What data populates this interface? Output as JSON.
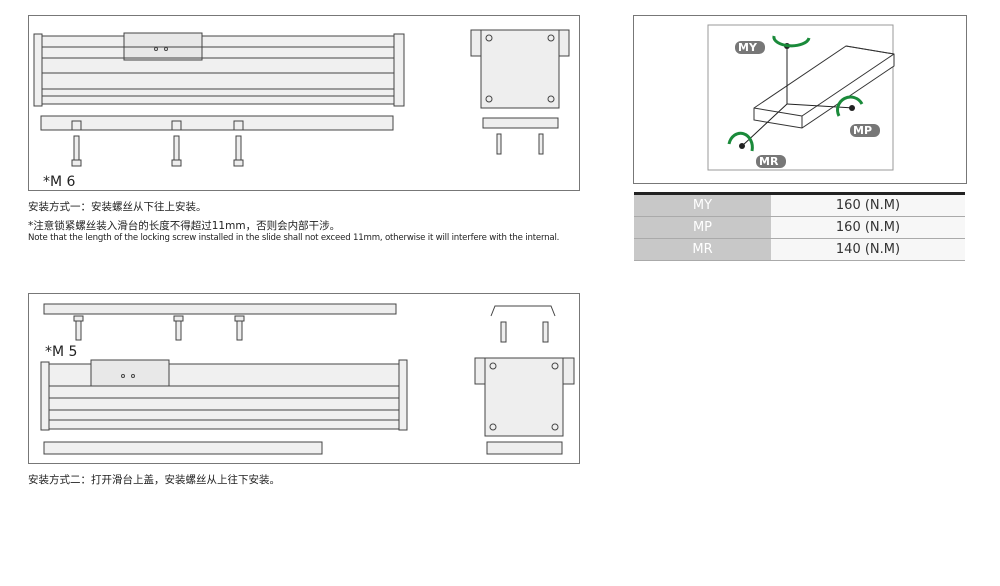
{
  "method1": {
    "screw_label": "*M 6",
    "caption": "安装方式一：安装螺丝从下往上安装。",
    "note_cn": "*注意锁紧螺丝装入滑台的长度不得超过11mm，否则会内部干涉。",
    "note_en": "Note that the length of the locking screw installed in the slide shall not exceed 11mm, otherwise it will interfere with the internal."
  },
  "method2": {
    "screw_label": "*M 5",
    "caption": "安装方式二：打开滑台上盖，安装螺丝从上往下安装。"
  },
  "moment_diagram": {
    "labels": [
      "MY",
      "MP",
      "MR"
    ],
    "arrow_color": "#1a8a3a"
  },
  "moment_table": [
    {
      "name": "MY",
      "value": "160 (N.M)"
    },
    {
      "name": "MP",
      "value": "160 (N.M)"
    },
    {
      "name": "MR",
      "value": "140 (N.M)"
    }
  ]
}
